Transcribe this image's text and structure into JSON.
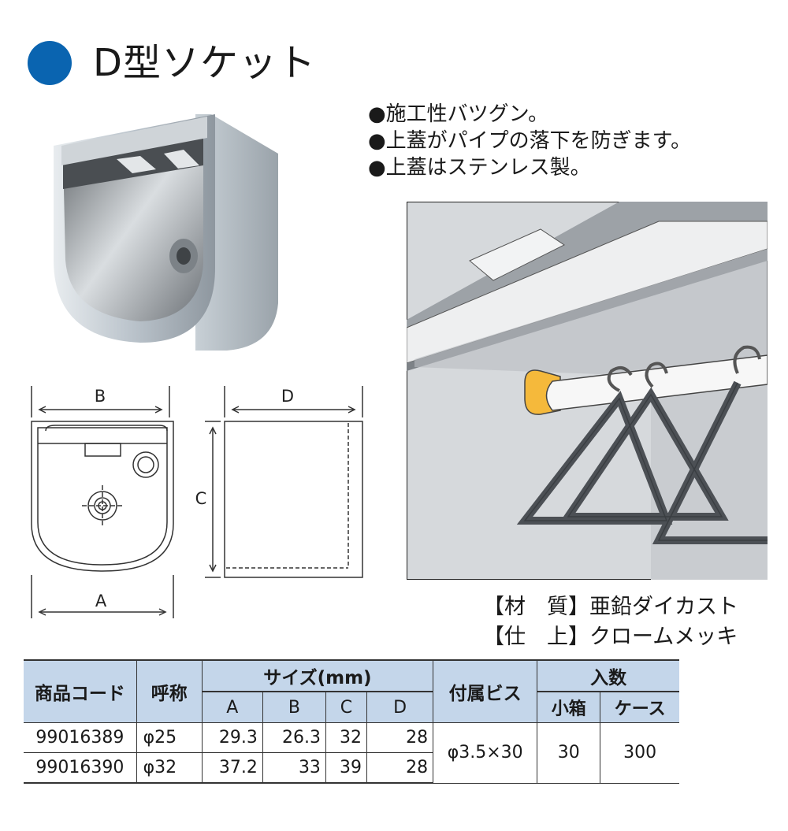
{
  "title": "D型ソケット",
  "features": [
    "●施工性バツグン。",
    "●上蓋がパイプの落下を防ぎます。",
    "●上蓋はステンレス製。"
  ],
  "drawing": {
    "label_a": "A",
    "label_b": "B",
    "label_c": "C",
    "label_d": "D"
  },
  "specs": {
    "material": "【材　質】亜鉛ダイカスト",
    "finish": "【仕　上】クロームメッキ"
  },
  "table": {
    "headers": {
      "code": "商品コード",
      "name": "呼称",
      "size": "サイズ(mm)",
      "a": "A",
      "b": "B",
      "c": "C",
      "d": "D",
      "screw": "付属ビス",
      "qty": "入数",
      "small_box": "小箱",
      "case": "ケース"
    },
    "rows": [
      {
        "code": "99016389",
        "name": "φ25",
        "a": "29.3",
        "b": "26.3",
        "c": "32",
        "d": "28"
      },
      {
        "code": "99016390",
        "name": "φ32",
        "a": "37.2",
        "b": "33",
        "c": "39",
        "d": "28"
      }
    ],
    "shared": {
      "screw": "φ3.5×30",
      "small_box": "30",
      "case": "300"
    }
  },
  "colors": {
    "accent": "#0a64b0",
    "table_header": "#c4d6ea",
    "socket_highlight": "#f5b93b"
  }
}
